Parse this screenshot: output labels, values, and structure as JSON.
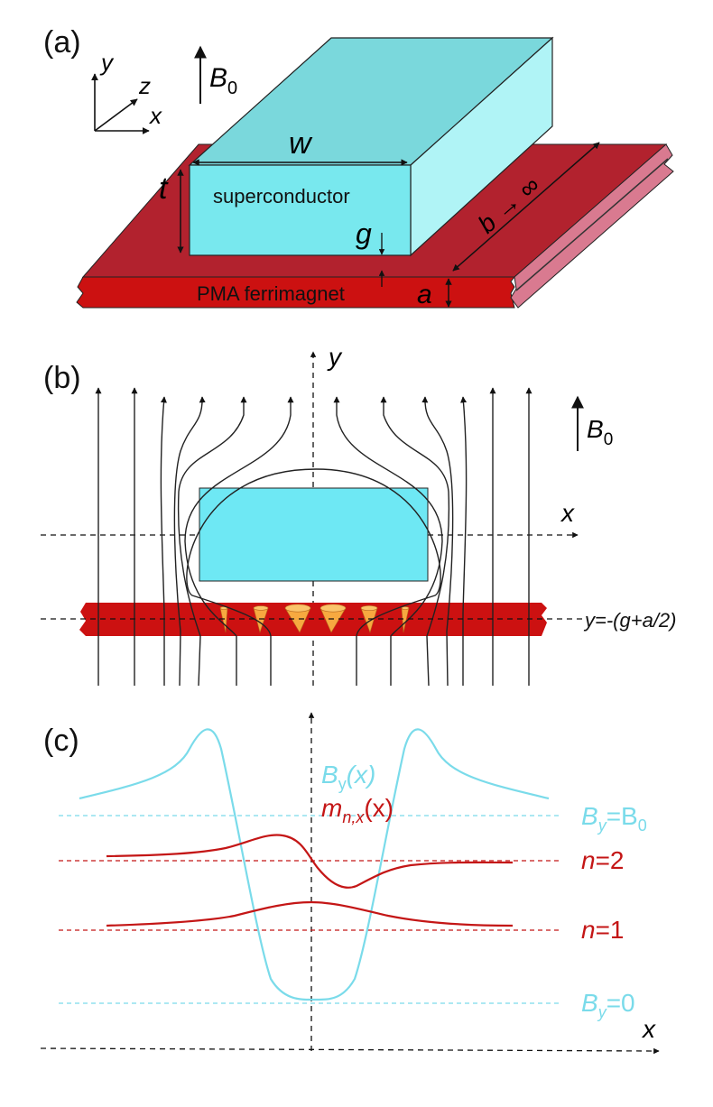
{
  "panel_a": {
    "label": "(a)",
    "axis_y": "y",
    "axis_z": "z",
    "axis_x": "x",
    "field_symbol": "B",
    "field_sub": "0",
    "width_label": "w",
    "thickness_label": "t",
    "sc_label": "superconductor",
    "gap_label": "g",
    "magnet_label": "PMA ferrimagnet",
    "magnet_thickness_label": "a",
    "length_label": "b → ∞"
  },
  "panel_b": {
    "label": "(b)",
    "axis_y": "y",
    "axis_x": "x",
    "field_symbol": "B",
    "field_sub": "0",
    "line_label": "y=-(g+a/2)"
  },
  "panel_c": {
    "label": "(c)",
    "By_symbol": "B",
    "By_sub": "y",
    "By_arg": "(x)",
    "m_symbol": "m",
    "m_sub": "n,x",
    "m_arg": "(x)",
    "ref_B0_left": "B",
    "ref_B0_sub": "y",
    "ref_B0_right": "=B",
    "ref_B0_sub2": "0",
    "n2_symbol": "n",
    "n2_value": "=2",
    "n1_symbol": "n",
    "n1_value": "=1",
    "ref_0_left": "B",
    "ref_0_sub": "y",
    "ref_0_right": "=0",
    "axis_x": "x"
  },
  "colors": {
    "superconductor": "#7ae6ee",
    "magnet": "#cc1111",
    "magnet_top": "#b2222e",
    "cone": "#f7a940",
    "By_curve": "#7adbea",
    "m_curve": "#c41616"
  }
}
